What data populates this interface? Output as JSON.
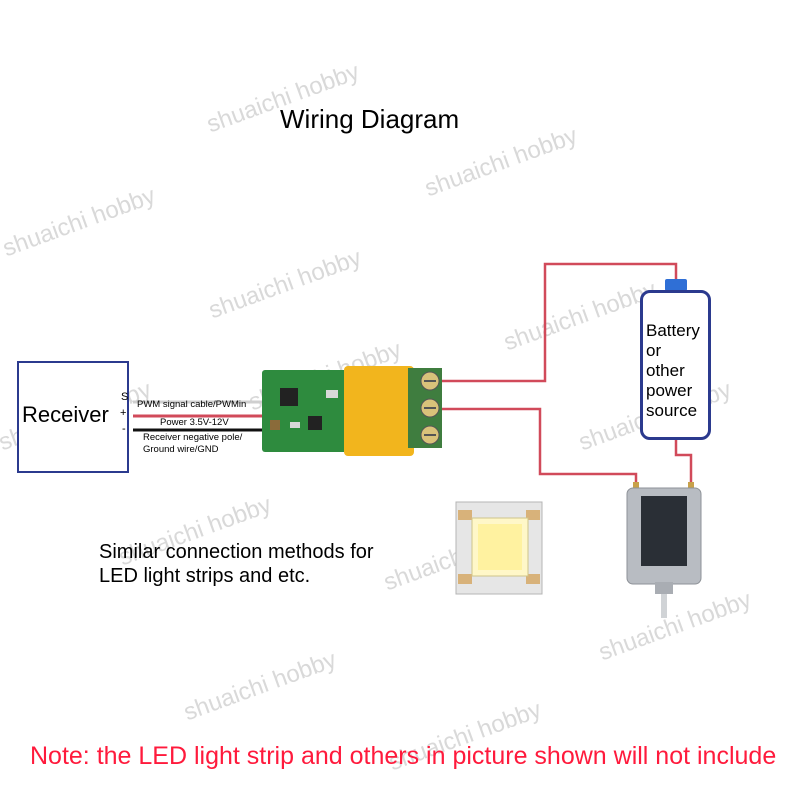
{
  "title": "Wiring Diagram",
  "watermark": "shuaichi hobby",
  "receiver": {
    "label": "Receiver",
    "pins": [
      "S",
      "+",
      "-"
    ]
  },
  "wires": {
    "signal": "PWM signal cable/PWMin",
    "power": "Power 3.5V-12V",
    "ground_line1": "Receiver negative pole/",
    "ground_line2": "Ground wire/GND"
  },
  "battery": {
    "lines": [
      "Battery",
      "or",
      "other",
      "power",
      "source"
    ]
  },
  "similar_text": {
    "line1": "Similar connection methods for",
    "line2": "LED light strips and etc."
  },
  "note": "Note: the LED light strip and others in picture shown will not include",
  "colors": {
    "wire_red": "#d14a5a",
    "note_red": "#ff1a3c",
    "outline_blue": "#2b3a8e",
    "battery_cap": "#2f6fd6",
    "pcb_green": "#2e8b3e",
    "relay_yellow": "#f2b51d"
  }
}
